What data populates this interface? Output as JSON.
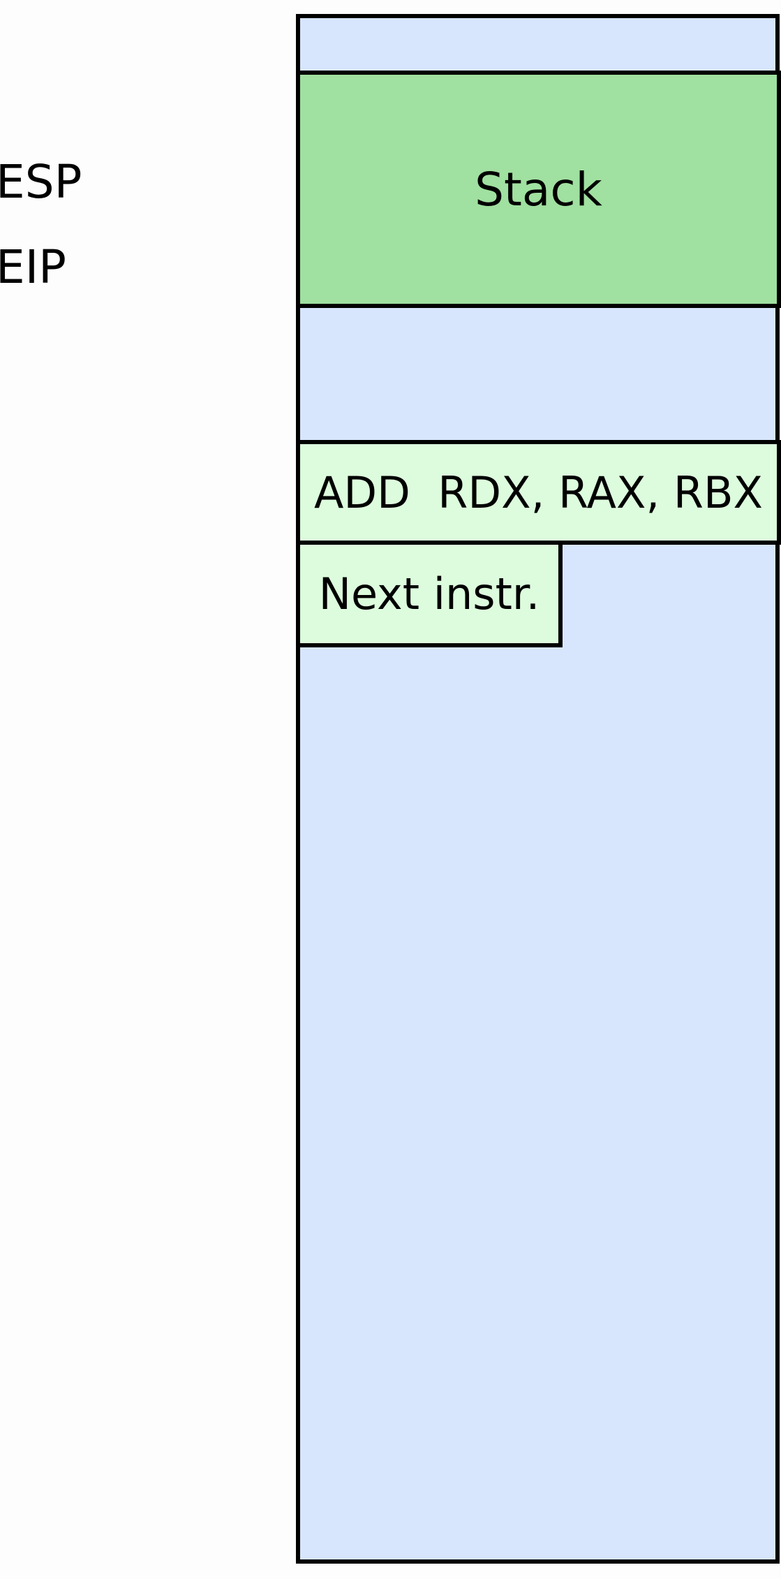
{
  "registers": {
    "esp": "ESP",
    "eip": "EIP"
  },
  "memory": {
    "stack_label": "Stack",
    "instruction_label": "ADD  RDX, RAX, RBX",
    "next_instruction_label": "Next instr."
  },
  "colors": {
    "memory_background": "#d7e6fd",
    "stack_fill": "#a0e0a0",
    "instruction_fill": "#ddfcdd",
    "border": "#000000"
  }
}
